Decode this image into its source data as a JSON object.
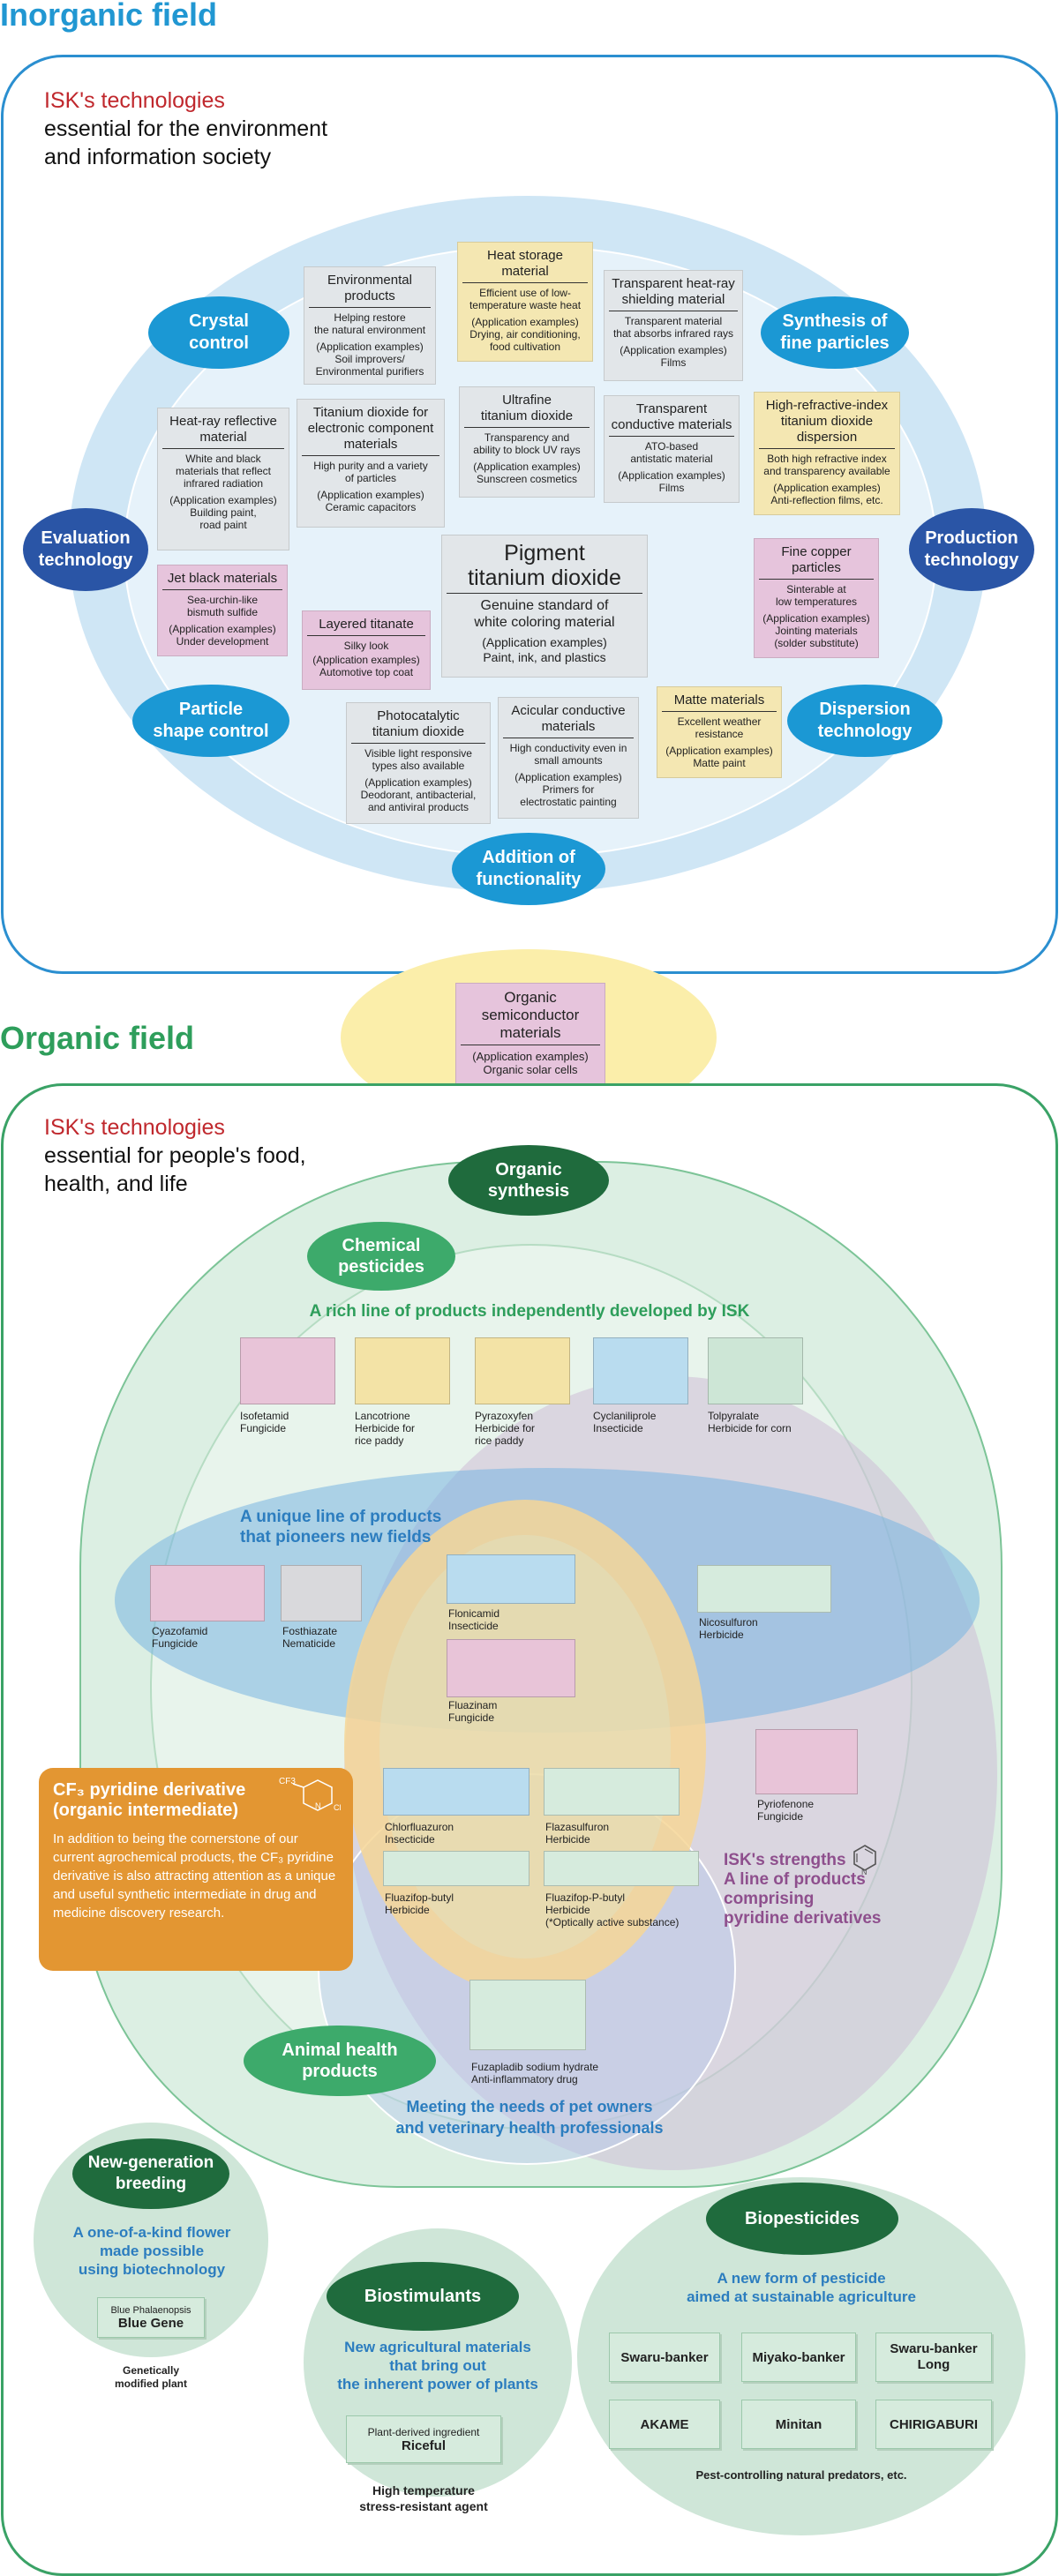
{
  "inorganic": {
    "title": "Inorganic field",
    "tech_red": "ISK's technologies",
    "tech_line1": "essential for the environment",
    "tech_line2": "and information society",
    "pills": {
      "crystal": "Crystal\ncontrol",
      "synthesis": "Synthesis of\nfine particles",
      "evaluation": "Evaluation\ntechnology",
      "production": "Production\ntechnology",
      "particle": "Particle\nshape control",
      "dispersion": "Dispersion\ntechnology",
      "addition": "Addition of\nfunctionality"
    },
    "boxes": {
      "env": {
        "t": "Environmental\nproducts",
        "d": "Helping restore\nthe natural environment",
        "a": "(Application examples)\nSoil improvers/\nEnvironmental purifiers"
      },
      "heat": {
        "t": "Heat storage\nmaterial",
        "d": "Efficient use of low-\ntemperature waste heat",
        "a": "(Application examples)\nDrying, air conditioning,\nfood cultivation"
      },
      "transheat": {
        "t": "Transparent heat-ray\nshielding material",
        "d": "Transparent material\nthat absorbs infrared rays",
        "a": "(Application examples)\nFilms"
      },
      "heatrefl": {
        "t": "Heat-ray reflective\nmaterial",
        "d": "White and black\nmaterials that reflect\ninfrared radiation",
        "a": "(Application examples)\nBuilding paint,\nroad paint"
      },
      "tio2elec": {
        "t": "Titanium dioxide for\nelectronic component\nmaterials",
        "d": "High purity and a variety\nof particles",
        "a": "(Application examples)\nCeramic capacitors"
      },
      "ultrafine": {
        "t": "Ultrafine\ntitanium dioxide",
        "d": "Transparency and\nability to block UV rays",
        "a": "(Application examples)\nSunscreen cosmetics"
      },
      "transcond": {
        "t": "Transparent\nconductive materials",
        "d": "ATO-based\nantistatic material",
        "a": "(Application examples)\nFilms"
      },
      "highref": {
        "t": "High-refractive-index\ntitanium dioxide\ndispersion",
        "d": "Both high refractive index\nand transparency available",
        "a": "(Application examples)\nAnti-reflection films, etc."
      },
      "jetblack": {
        "t": "Jet black materials",
        "d": "Sea-urchin-like\nbismuth sulfide",
        "a": "(Application examples)\nUnder development"
      },
      "pigment": {
        "t": "Pigment\ntitanium dioxide",
        "d": "Genuine standard of\nwhite coloring material",
        "a": "(Application examples)\nPaint, ink, and plastics"
      },
      "copper": {
        "t": "Fine copper\nparticles",
        "d": "Sinterable at\nlow temperatures",
        "a": "(Application examples)\nJointing materials\n(solder substitute)"
      },
      "layered": {
        "t": "Layered titanate",
        "d": "Silky look",
        "a": "(Application examples)\nAutomotive top coat"
      },
      "photocat": {
        "t": "Photocatalytic\ntitanium dioxide",
        "d": "Visible light responsive\ntypes also available",
        "a": "(Application examples)\nDeodorant, antibacterial,\nand antiviral products"
      },
      "acicular": {
        "t": "Acicular conductive\nmaterials",
        "d": "High conductivity even in\nsmall amounts",
        "a": "(Application examples)\nPrimers for\nelectrostatic painting"
      },
      "matte": {
        "t": "Matte materials",
        "d": "Excellent weather\nresistance",
        "a": "(Application examples)\nMatte paint"
      }
    }
  },
  "bridge": {
    "t": "Organic\nsemiconductor\nmaterials",
    "a": "(Application examples)\nOrganic solar cells"
  },
  "organic": {
    "title": "Organic field",
    "tech_red": "ISK's technologies",
    "tech_line1": "essential for people's food,",
    "tech_line2": "health, and life",
    "organic_synthesis": "Organic\nsynthesis",
    "chem_pesticides": "Chemical\npesticides",
    "rich_line": "A rich line of products independently developed by ISK",
    "products_top": [
      {
        "name": "Isofetamid\nFungicide",
        "color": "#e8c4d8"
      },
      {
        "name": "Lancotrione\nHerbicide for\nrice paddy",
        "color": "#f3e3a6"
      },
      {
        "name": "Pyrazoxyfen\nHerbicide for\nrice paddy",
        "color": "#f3e3a6"
      },
      {
        "name": "Cyclaniliprole\nInsecticide",
        "color": "#b9dcef"
      },
      {
        "name": "Tolpyralate\nHerbicide for corn",
        "color": "#cde6d6"
      }
    ],
    "unique_line": "A unique line of products\nthat pioneers new fields",
    "cyazofamid": "Cyazofamid\nFungicide",
    "fosthiazate": "Fosthiazate\nNematicide",
    "flonicamid": "Flonicamid\nInsecticide",
    "fluazinam": "Fluazinam\nFungicide",
    "nicosulfuron": "Nicosulfuron\nHerbicide",
    "pyriofenone": "Pyriofenone\nFungicide",
    "chlorfluazuron": "Chlorfluazuron\nInsecticide",
    "flazasulfuron": "Flazasulfuron\nHerbicide",
    "fluazifop": "Fluazifop-butyl\nHerbicide",
    "fluazifop_p": "Fluazifop-P-butyl\nHerbicide\n(*Optically active substance)",
    "cf3_title": "CF₃ pyridine derivative\n(organic intermediate)",
    "cf3_text": "In addition to being the cornerstone of our current agrochemical products, the CF₃ pyridine derivative is also attracting attention as a unique and useful synthetic intermediate in drug and medicine discovery research.",
    "strengths": "ISK's strengths\nA line of products\ncomprising\npyridine derivatives",
    "fuzapladib": "Fuzapladib sodium hydrate\nAnti-inflammatory drug",
    "animal_health": "Animal health\nproducts",
    "pet_owners": "Meeting the needs of pet owners\nand veterinary health professionals",
    "newgen": {
      "title": "New-generation\nbreeding",
      "sub": "A one-of-a-kind flower\nmade possible\nusing biotechnology",
      "chip_small": "Blue Phalaenopsis",
      "chip_big": "Blue Gene",
      "foot": "Genetically\nmodified plant"
    },
    "biostim": {
      "title": "Biostimulants",
      "sub": "New agricultural materials\nthat bring out\nthe inherent power of plants",
      "chip_small": "Plant-derived ingredient",
      "chip_big": "Riceful",
      "foot": "High temperature\nstress-resistant agent"
    },
    "biopest": {
      "title": "Biopesticides",
      "sub": "A new form of pesticide\naimed at sustainable agriculture",
      "chips": [
        "Swaru-banker",
        "Miyako-banker",
        "Swaru-banker\nLong",
        "AKAME",
        "Minitan",
        "CHIRIGABURI"
      ],
      "foot": "Pest-controlling natural predators, etc."
    }
  }
}
